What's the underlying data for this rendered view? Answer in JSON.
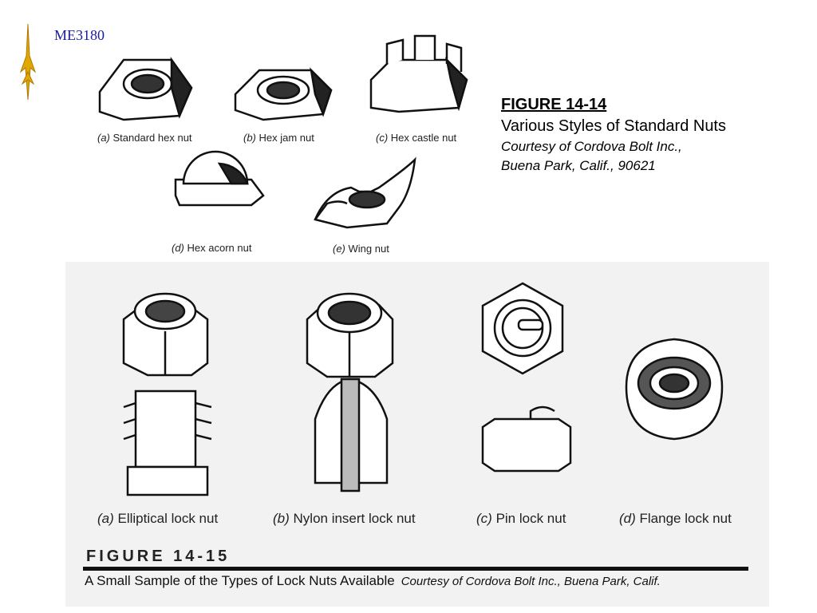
{
  "header": {
    "course": "ME3180"
  },
  "figure_14_14": {
    "title": "FIGURE 14-14",
    "subtitle": "Various Styles of Standard Nuts",
    "credit_line1": "Courtesy of Cordova Bolt Inc.,",
    "credit_line2": "Buena Park, Calif., 90621",
    "items": [
      {
        "letter": "(a)",
        "label": "Standard hex nut"
      },
      {
        "letter": "(b)",
        "label": "Hex jam nut"
      },
      {
        "letter": "(c)",
        "label": "Hex castle nut"
      },
      {
        "letter": "(d)",
        "label": "Hex acorn nut"
      },
      {
        "letter": "(e)",
        "label": "Wing nut"
      }
    ]
  },
  "figure_14_15": {
    "title": "FIGURE 14-15",
    "caption": "A Small Sample of the Types of Lock Nuts Available",
    "credit": "Courtesy of Cordova Bolt Inc., Buena Park, Calif.",
    "items": [
      {
        "letter": "(a)",
        "label": "Elliptical lock nut"
      },
      {
        "letter": "(b)",
        "label": "Nylon insert lock nut"
      },
      {
        "letter": "(c)",
        "label": "Pin lock nut"
      },
      {
        "letter": "(d)",
        "label": "Flange lock nut"
      }
    ]
  }
}
